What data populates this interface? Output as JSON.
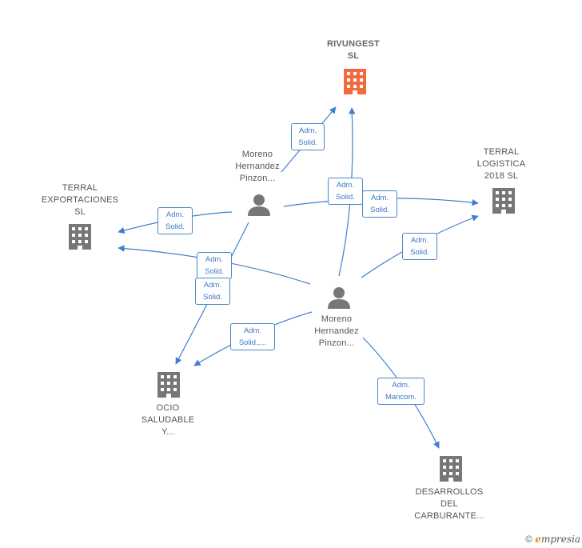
{
  "nodes": {
    "rivungest": {
      "lines": [
        "RIVUNGEST",
        "SL"
      ],
      "icon": "building-icon",
      "color": "#f26a3d"
    },
    "terral_logistica": {
      "lines": [
        "TERRAL",
        "LOGISTICA",
        "2018  SL"
      ],
      "icon": "building-icon",
      "color": "#777777"
    },
    "terral_exportaciones": {
      "lines": [
        "TERRAL",
        "EXPORTACIONES",
        "SL"
      ],
      "icon": "building-icon",
      "color": "#777777"
    },
    "ocio_saludable": {
      "lines": [
        "OCIO",
        "SALUDABLE",
        "Y..."
      ],
      "icon": "building-icon",
      "color": "#777777"
    },
    "desarrollos": {
      "lines": [
        "DESARROLLOS",
        "DEL",
        "CARBURANTE..."
      ],
      "icon": "building-icon",
      "color": "#777777"
    },
    "person_top": {
      "lines": [
        "Moreno",
        "Hernandez",
        "Pinzon..."
      ],
      "icon": "person-icon",
      "color": "#777777"
    },
    "person_center": {
      "lines": [
        "Moreno",
        "Hernandez",
        "Pinzon..."
      ],
      "icon": "person-icon",
      "color": "#777777"
    }
  },
  "edge_labels": {
    "e1": [
      "Adm.",
      "Solid."
    ],
    "e2": [
      "Adm.",
      "Solid."
    ],
    "e3": [
      "Adm.",
      "Solid."
    ],
    "e4": [
      "Adm.",
      "Solid."
    ],
    "e5": [
      "Adm.",
      "Solid."
    ],
    "e6": [
      "Adm.",
      "Solid."
    ],
    "e7": [
      "Adm.",
      "Solid."
    ],
    "e8": [
      "Adm.",
      "Solid.,..."
    ],
    "e9": [
      "Adm.",
      "Mancom."
    ]
  },
  "colors": {
    "edge": "#3f7fcf",
    "edge_label_text": "#3b78c4"
  },
  "footer": {
    "copyright": "©",
    "brand_e": "e",
    "brand_rest": "mpresia"
  }
}
